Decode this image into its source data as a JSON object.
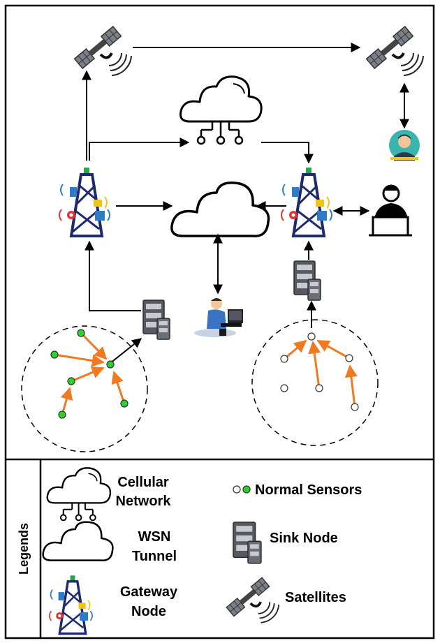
{
  "legend": {
    "title": "Legends",
    "cellular_network": [
      "Cellular",
      "Network"
    ],
    "wsn_tunnel": [
      "WSN",
      "Tunnel"
    ],
    "gateway_node": [
      "Gateway",
      "Node"
    ],
    "normal_sensors": "Normal Sensors",
    "sink_node": "Sink Node",
    "satellites": "Satellites"
  },
  "colors": {
    "edge": "#000000",
    "sensor_edge": "#f07a22",
    "sensor_green": "#2ed12e",
    "sensor_white": "#ffffff",
    "server_dark": "#555a60",
    "satellite_panel": "#7b8088"
  },
  "icons": {
    "satellite": "satellite-icon",
    "cellular_cloud": "cellular-network-cloud-icon",
    "wsn_cloud": "wsn-tunnel-cloud-icon",
    "gateway": "gateway-tower-icon",
    "sink": "sink-node-server-icon",
    "operator": "user-at-laptop-icon",
    "user": "user-at-computer-icon",
    "avatar": "operator-avatar-icon"
  }
}
